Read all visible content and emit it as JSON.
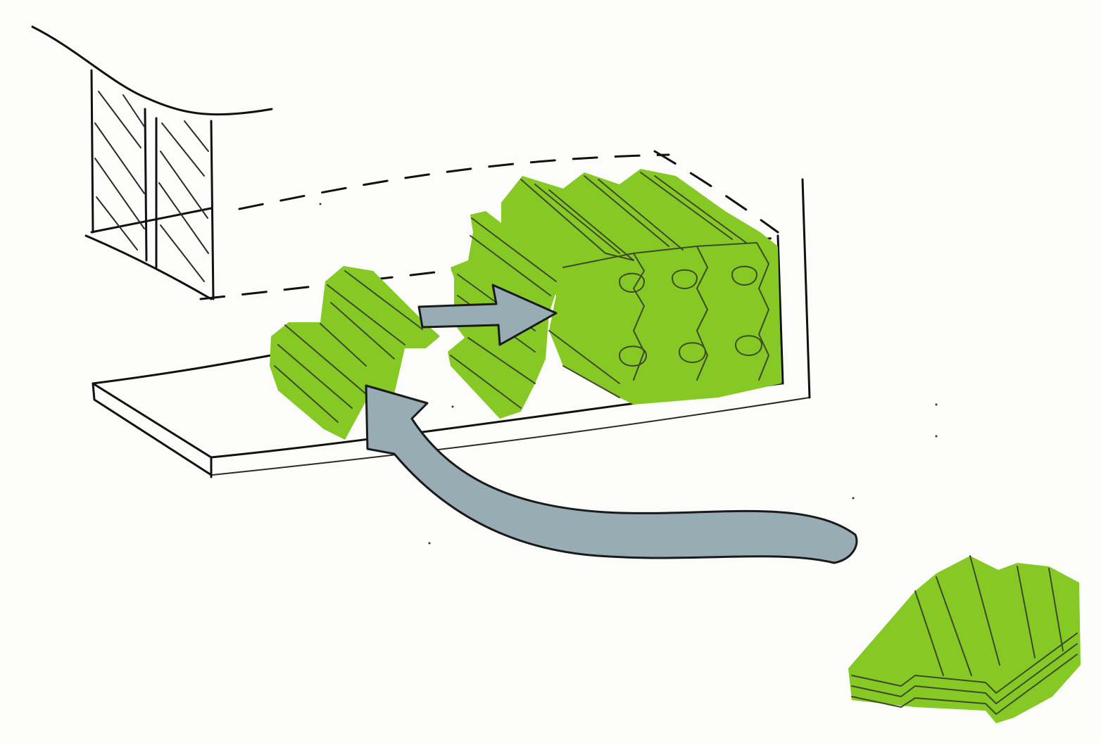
{
  "colors": {
    "module_green": "#86c924",
    "arrow_grey_blue": "#97adb3",
    "ink": "#111111",
    "paper": "#fcfcfa"
  },
  "elements": {
    "building_wall": "hatched-wall",
    "slab": "floor-slab",
    "assembled_block": "honeycomb-module-assembly",
    "loose_modules": "corrugated-module",
    "stack": "stacked-module-pile",
    "arrows": [
      "curved-arrow",
      "straight-arrow"
    ]
  }
}
